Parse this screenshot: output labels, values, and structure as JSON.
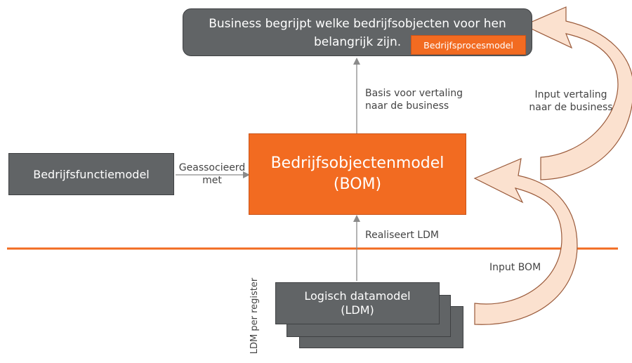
{
  "business_box": {
    "line1": "Business begrijpt welke bedrijfsobjecten voor hen",
    "line2": "belangrijk zijn.",
    "tag": "Bedrijfsprocesmodel"
  },
  "bom_box": {
    "line1": "Bedrijfsobjectenmodel",
    "line2": "(BOM)"
  },
  "function_box": {
    "label": "Bedrijfsfunctiemodel"
  },
  "ldm_box": {
    "line1": "Logisch datamodel",
    "line2": "(LDM)"
  },
  "labels": {
    "basis_line1": "Basis voor vertaling",
    "basis_line2": "naar de business",
    "associated_line1": "Geassocieerd",
    "associated_line2": "met",
    "realiseert": "Realiseert LDM",
    "input_vertaling_line1": "Input vertaling",
    "input_vertaling_line2": "naar de business",
    "input_bom": "Input BOM",
    "ldm_per_register": "LDM per register"
  },
  "colors": {
    "accent_orange": "#f26b21",
    "box_grey": "#616466",
    "curved_arrow_fill": "#fbe1cf",
    "curved_arrow_stroke": "#9a5a3a"
  }
}
